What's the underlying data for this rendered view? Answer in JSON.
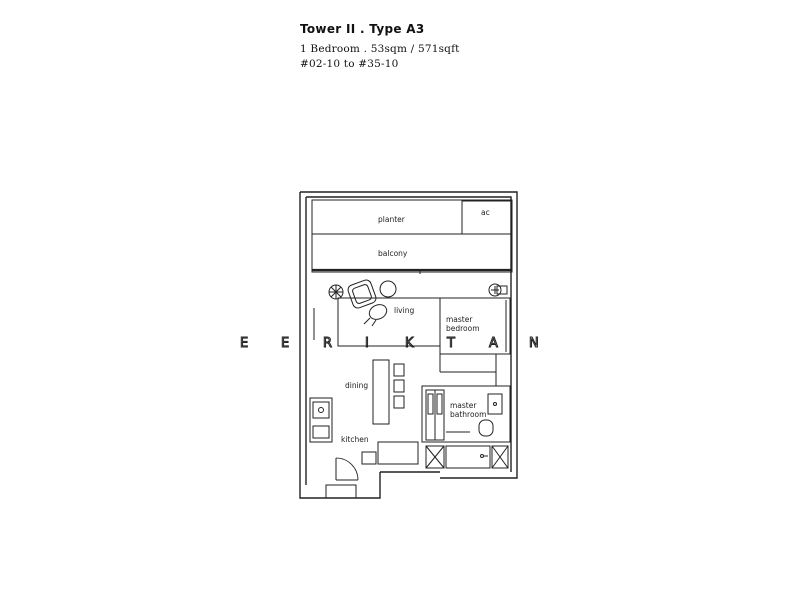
{
  "header": {
    "title": "Tower II . Type A3",
    "line1": "1 Bedroom . 53sqm / 571sqft",
    "line2": "#02-10 to #35-10"
  },
  "rooms": {
    "planter": "planter",
    "ac": "ac",
    "balcony": "balcony",
    "living": "living",
    "master_bedroom_1": "master",
    "master_bedroom_2": "bedroom",
    "dining": "dining",
    "master_bathroom_1": "master",
    "master_bathroom_2": "bathroom",
    "kitchen": "kitchen"
  },
  "watermark": [
    "E",
    "E",
    "R",
    "I",
    "K",
    "T",
    "A",
    "N"
  ]
}
